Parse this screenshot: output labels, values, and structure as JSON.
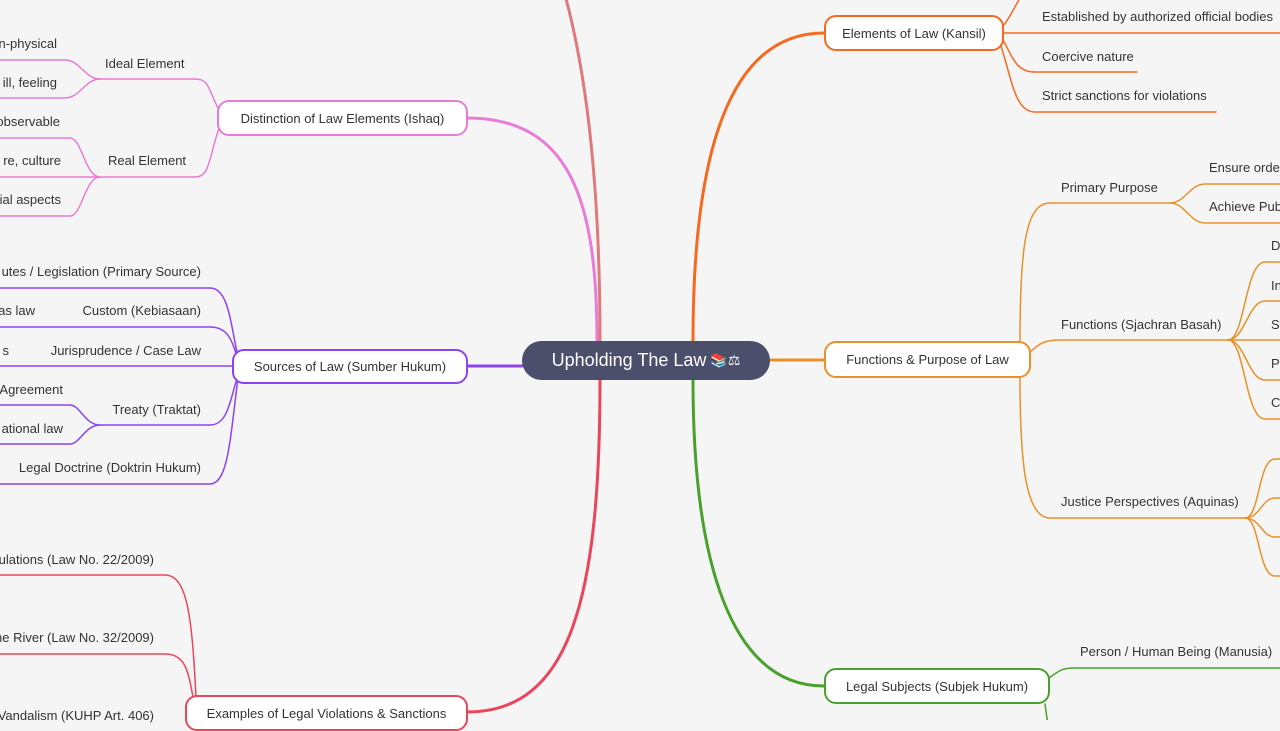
{
  "root": {
    "title": "Upholding The Law",
    "emoji": "📚⚖"
  },
  "colors": {
    "distinction": "#e87bd6",
    "sources": "#8b44f0",
    "examples": "#e8465a",
    "top": "#e07a7a",
    "elements": "#f56a1f",
    "functions": "#e8912a",
    "subjects": "#4aa02c",
    "root": "#4b4f6b"
  },
  "left": {
    "distinction": {
      "label": "Distinction of Law Elements (Ishaq)",
      "ideal": {
        "label": "Ideal Element",
        "children": [
          "n-physical",
          "ill, feeling"
        ]
      },
      "real": {
        "label": "Real Element",
        "children": [
          "observable",
          "re, culture",
          "ial aspects"
        ]
      }
    },
    "sources": {
      "label": "Sources of Law (Sumber Hukum)",
      "statutes": "utes / Legislation (Primary Source)",
      "custom": {
        "label": "Custom (Kebiasaan)",
        "child": "as law"
      },
      "jurisprudence": {
        "label": "Jurisprudence / Case Law",
        "child": "s"
      },
      "treaty": {
        "label": "Treaty (Traktat)",
        "children": [
          "Agreement",
          "ational law"
        ]
      },
      "doctrine": "Legal Doctrine (Doktrin Hukum)"
    },
    "examples": {
      "label": "Examples of Legal Violations & Sanctions",
      "children": [
        "ulations (Law No. 22/2009)",
        "ne River (Law No. 32/2009)",
        "Vandalism (KUHP Art. 406)"
      ]
    }
  },
  "right": {
    "elements": {
      "label": "Elements of Law (Kansil)",
      "children": [
        "Established by authorized official bodies",
        "Coercive nature",
        "Strict sanctions for violations"
      ]
    },
    "functions": {
      "label": "Functions & Purpose of Law",
      "primary": {
        "label": "Primary Purpose",
        "children": [
          "Ensure orde",
          "Achieve Pub"
        ]
      },
      "sjachran": {
        "label": "Functions (Sjachran Basah)",
        "children": [
          "D",
          "In",
          "St",
          "Pe",
          "Ca"
        ]
      },
      "justice": {
        "label": "Justice Perspectives (Aquinas)"
      }
    },
    "subjects": {
      "label": "Legal Subjects (Subjek Hukum)",
      "children": [
        "Person / Human Being (Manusia)"
      ]
    }
  }
}
